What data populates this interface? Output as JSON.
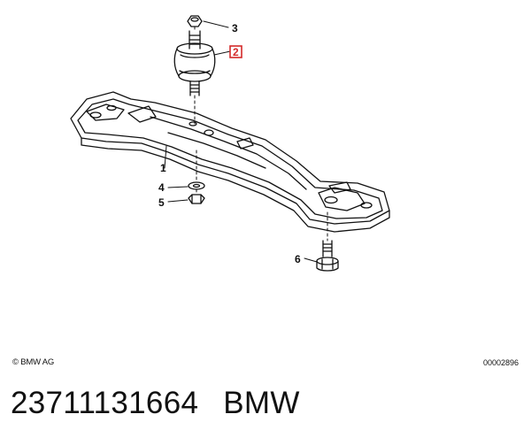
{
  "diagram": {
    "callouts": [
      {
        "id": "callout-3",
        "label": "3"
      },
      {
        "id": "callout-2",
        "label": "2"
      },
      {
        "id": "callout-1",
        "label": "1"
      },
      {
        "id": "callout-4",
        "label": "4"
      },
      {
        "id": "callout-5",
        "label": "5"
      },
      {
        "id": "callout-6",
        "label": "6"
      }
    ],
    "highlight_color": "#d42a2a",
    "copyright": "© BMW AG",
    "drawing_number": "00002896"
  },
  "footer": {
    "part_number": "23711131664",
    "brand": "BMW"
  }
}
